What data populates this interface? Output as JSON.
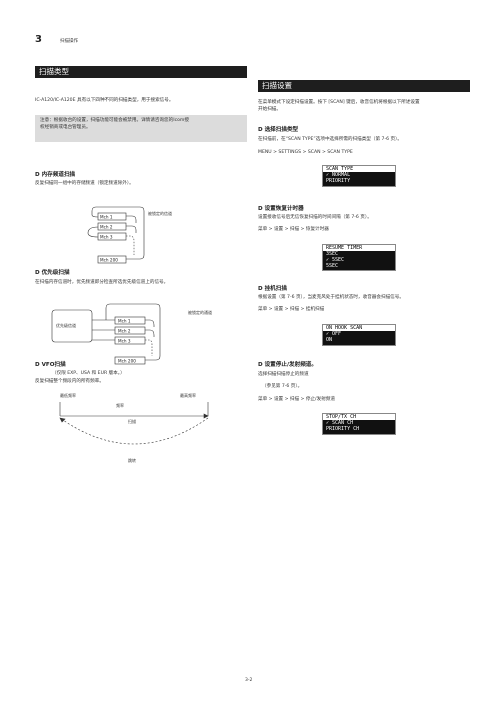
{
  "header": {
    "chapter_number": "3",
    "chapter_title": "扫描操作"
  },
  "left": {
    "section_title": "扫描类型",
    "intro": "IC-A120/IC-A120E 具有以下四种不同的扫描类型，用于搜索信号。",
    "note_line1": "注意：根据收台的设置，扫描功能可能会被禁用。详情请咨询您的Icom授",
    "note_line2": "权经销商或电台管理员。",
    "memory_scan": {
      "heading": "D 内存频道扫描",
      "desc": "反复扫描同一组中的存储频道（锁定频道除外）。",
      "label_locked": "被锁定的信道",
      "channels": [
        "Mch 1",
        "Mch 2",
        "Mch 3",
        "Mch 200"
      ]
    },
    "priority_scan": {
      "heading": "D 优先级扫描",
      "desc": "在扫描内存信道时，优先频道即分检查所选优先级信道上的信号。",
      "label_locked": "被锁定的通道",
      "label_priority": "优先级信道",
      "channels": [
        "Mch 1",
        "Mch 2",
        "Mch 3",
        "Mch 200"
      ]
    },
    "vfo_scan": {
      "heading": "D VFO扫描",
      "sub": "（仅限 EXP、USA 和 EUR 版本。）",
      "desc": "反复扫描整个频段内的所有频率。",
      "label_low": "最低频率",
      "label_high": "最高频率",
      "label_freq": "频率",
      "label_scan": "扫描",
      "label_jump": "跳转"
    }
  },
  "right": {
    "section_title": "扫描设置",
    "intro_line1": "在菜单模式下设定扫描设置。按下 [SCAN] 键后，收音信机将根据以下所述设置",
    "intro_line2": "开始扫描。",
    "scan_type": {
      "heading": "D 选择扫描类型",
      "desc": "在扫描前，在“SCAN TYPE”选项中选择所需的扫描类型（第 7-6 页）。",
      "path": "MENU > SETTINGS > SCAN > SCAN TYPE",
      "lcd": [
        "SCAN TYPE",
        "✓ NORMAL",
        "PRIORITY"
      ]
    },
    "resume_timer": {
      "heading": "D 设置恢复计时器",
      "desc": "设置接收信号后无信恢复扫描的时间间隔（第 7-6 页）。",
      "path": "菜单 > 设置 > 扫描 > 恢复计时器",
      "lcd": [
        "RESUME TIMER",
        "3SEC",
        "✓ 5SEC",
        "5SEC"
      ]
    },
    "on_hook": {
      "heading": "D 挂机扫描",
      "desc": "根据设置（第 7-6 页），当麦克风处于挂机状态时，收音器会扫描信号。",
      "path": "菜单 > 设置 > 扫描 > 挂机扫描",
      "lcd": [
        "ON HOOK SCAN",
        "✓ OFF",
        "ON"
      ]
    },
    "stop_tx": {
      "heading": "D 设置停止/发射频道。",
      "desc": "选择扫描扫描停止的频道",
      "ref": "（参见第 7-6 页）。",
      "path": "菜单 > 设置 > 扫描 > 停止/发射频道",
      "lcd": [
        "STOP/TX CH",
        "✓ SCAN CH",
        "PRIORITY CH"
      ]
    }
  },
  "footer": {
    "page_number": "3-2"
  },
  "colors": {
    "bar": "#1e1e1e",
    "note": "#dcdcdc"
  }
}
